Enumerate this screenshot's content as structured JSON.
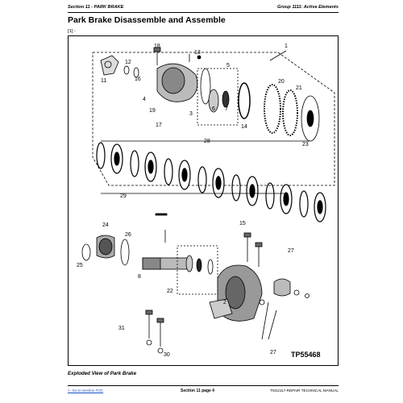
{
  "header": {
    "left": "Section 11 - PARK BRAKE",
    "right": "Group 1111: Active Elements"
  },
  "title": "Park Brake Disassemble and Assemble",
  "ref": "[1] -",
  "figure": {
    "id": "TP55468",
    "callouts": [
      "1",
      "2",
      "3",
      "4",
      "5",
      "6",
      "7",
      "8",
      "11",
      "12",
      "13",
      "14",
      "15",
      "16",
      "17",
      "18",
      "19",
      "20",
      "21",
      "22",
      "23",
      "24",
      "25",
      "26",
      "27",
      "28",
      "29",
      "30",
      "31"
    ]
  },
  "caption": "Exploded View of Park Brake",
  "footer": {
    "link": "<- Go to Section TOC",
    "center": "Section 11 page 4",
    "right": "TM12117-REPAIR TECHNICAL MANUAL"
  }
}
